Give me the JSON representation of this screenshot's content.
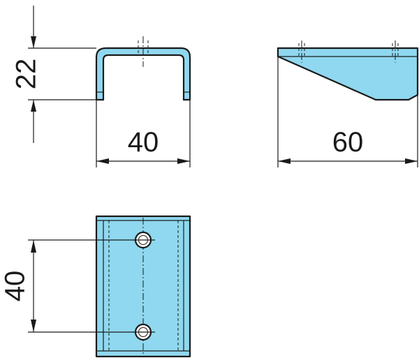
{
  "diagram": {
    "colors": {
      "part_fill": "#8fd8ef",
      "line": "#1a1a1a",
      "hole": "#ffffff"
    },
    "front_view": {
      "height_dim": "22",
      "width_dim": "40"
    },
    "side_view": {
      "length_dim": "60"
    },
    "top_view": {
      "hole_spacing_dim": "40"
    }
  }
}
